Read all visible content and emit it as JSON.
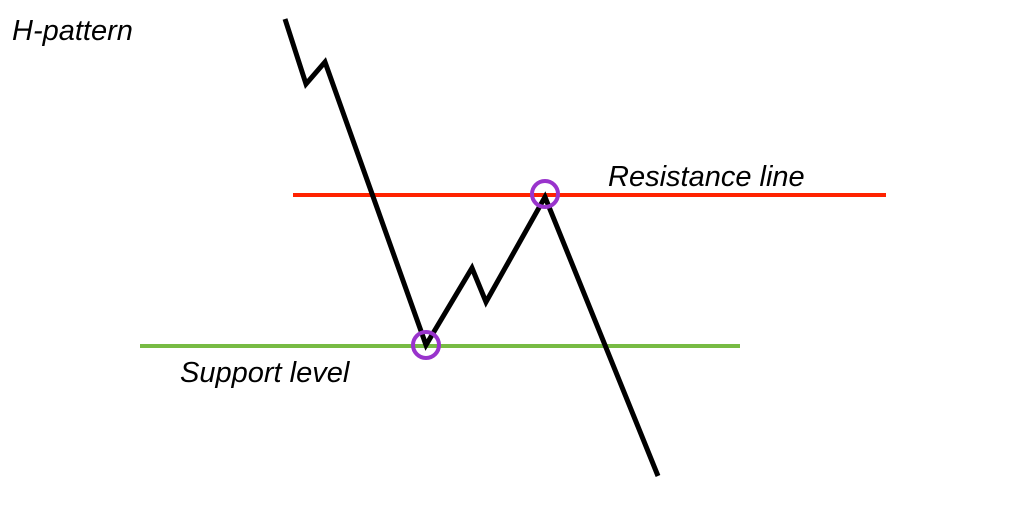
{
  "title": "H-pattern",
  "labels": {
    "resistance": "Resistance line",
    "support": "Support level"
  },
  "colors": {
    "price": "#000000",
    "resistance": "#ff2200",
    "support": "#77bb44",
    "marker": "#9933cc"
  }
}
